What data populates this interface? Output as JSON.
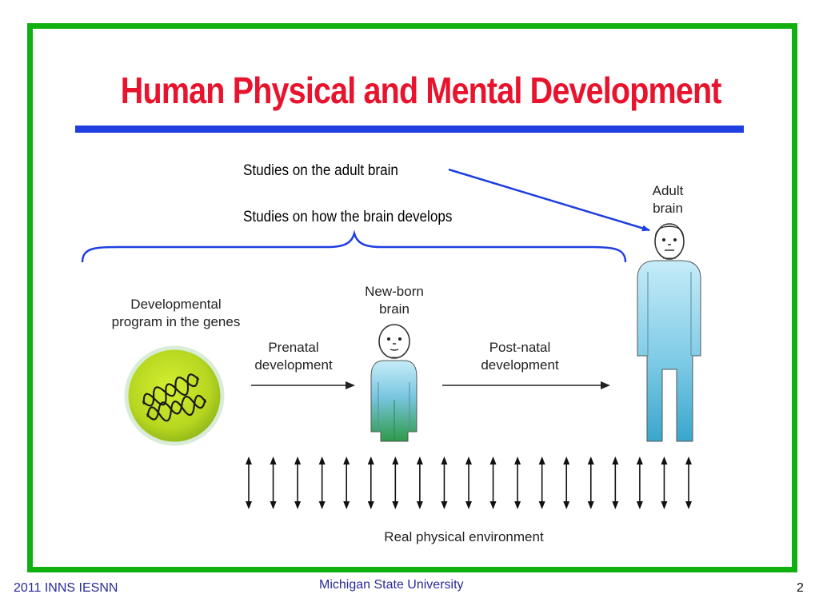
{
  "slide": {
    "title": "Human Physical and Mental Development"
  },
  "annotations": {
    "adult_studies": "Studies on the adult brain",
    "development_studies": "Studies on how the brain develops"
  },
  "diagram": {
    "adult_label_line1": "Adult",
    "adult_label_line2": "brain",
    "newborn_label_line1": "New-born",
    "newborn_label_line2": "brain",
    "genes_label_line1": "Developmental",
    "genes_label_line2": "program in the genes",
    "prenatal_line1": "Prenatal",
    "prenatal_line2": "development",
    "postnatal_line1": "Post-natal",
    "postnatal_line2": "development",
    "environment_label": "Real physical environment",
    "interaction_arrow_count": 19
  },
  "footer": {
    "left": "2011 INNS IESNN",
    "center": "Michigan State University",
    "page_number": "2"
  },
  "colors": {
    "frame": "#11b011",
    "title": "#e8142e",
    "rule": "#1f3fe0",
    "connector": "#1f3fe0",
    "cell_fill": "#b8d820",
    "body_top": "#bfe8f6",
    "body_bottom_newborn": "#2e9a48",
    "footer_text": "#2a2a9a"
  }
}
